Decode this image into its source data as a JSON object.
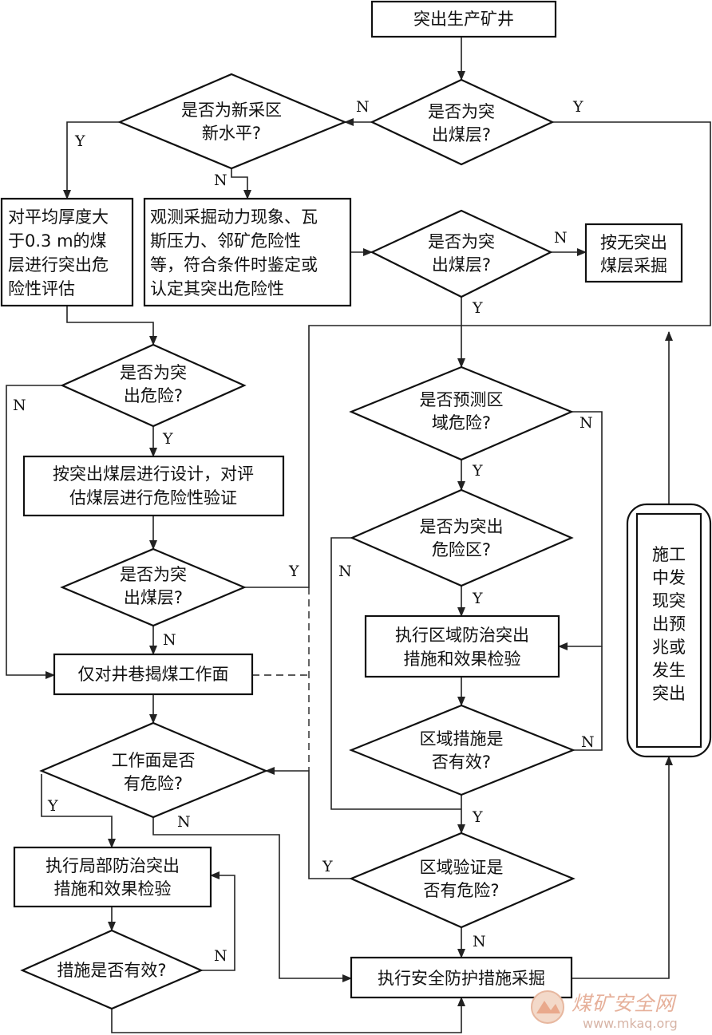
{
  "nodes": {
    "start": "突出生产矿井",
    "d_outburst_seam_1": [
      "是否为突",
      "出煤层?"
    ],
    "d_new_area": [
      "是否为新采区",
      "新水平?"
    ],
    "assess_box": [
      "对平均厚度大",
      "于0.3 m的煤",
      "层进行突出危",
      "险性评估"
    ],
    "observe_box": [
      "观测采掘动力现象、瓦",
      "斯压力、邻矿危险性",
      "等，符合条件时鉴定或",
      "认定其突出危险性"
    ],
    "d_outburst_seam_2": [
      "是否为突",
      "出煤层?"
    ],
    "no_outburst_box": [
      "按无突出",
      "煤层采掘"
    ],
    "d_outburst_danger": [
      "是否为突",
      "出危险?"
    ],
    "design_box": [
      "按突出煤层进行设计，对评",
      "估煤层进行危险性验证"
    ],
    "d_outburst_seam_3": [
      "是否为突",
      "出煤层?"
    ],
    "coal_face_box": "仅对井巷揭煤工作面",
    "d_face_danger": [
      "工作面是否",
      "有危险?"
    ],
    "local_measures_box": [
      "执行局部防治突出",
      "措施和效果检验"
    ],
    "d_measures_effective": "措施是否有效?",
    "d_predict_region": [
      "是否预测区",
      "域危险?"
    ],
    "d_danger_zone": [
      "是否为突出",
      "危险区?"
    ],
    "regional_measures_box": [
      "执行区域防治突出",
      "措施和效果检验"
    ],
    "d_regional_effective": [
      "区域措施是",
      "否有效?"
    ],
    "d_region_verify": [
      "区域验证是",
      "否有危险?"
    ],
    "safety_box": "执行安全防护措施采掘",
    "construction_box": [
      "施工",
      "中发",
      "现突",
      "出预",
      "兆或",
      "发生",
      "突出"
    ]
  },
  "edge_labels": {
    "d1_no": "N",
    "d1_yes": "Y",
    "d_new_yes": "Y",
    "d_new_no": "N",
    "d2_no": "N",
    "d2_yes": "Y",
    "danger_no": "N",
    "danger_yes": "Y",
    "seam3_yes": "Y",
    "seam3_no": "N",
    "face_yes": "Y",
    "face_no": "N",
    "measures_no": "N",
    "predict_no": "N",
    "predict_yes": "Y",
    "zone_no": "N",
    "zone_yes": "Y",
    "reg_eff_no": "N",
    "reg_eff_yes": "Y",
    "verify_yes": "Y",
    "verify_no": "N"
  },
  "watermark": {
    "name": "煤矿安全网",
    "url": "www.mkaq.org"
  }
}
